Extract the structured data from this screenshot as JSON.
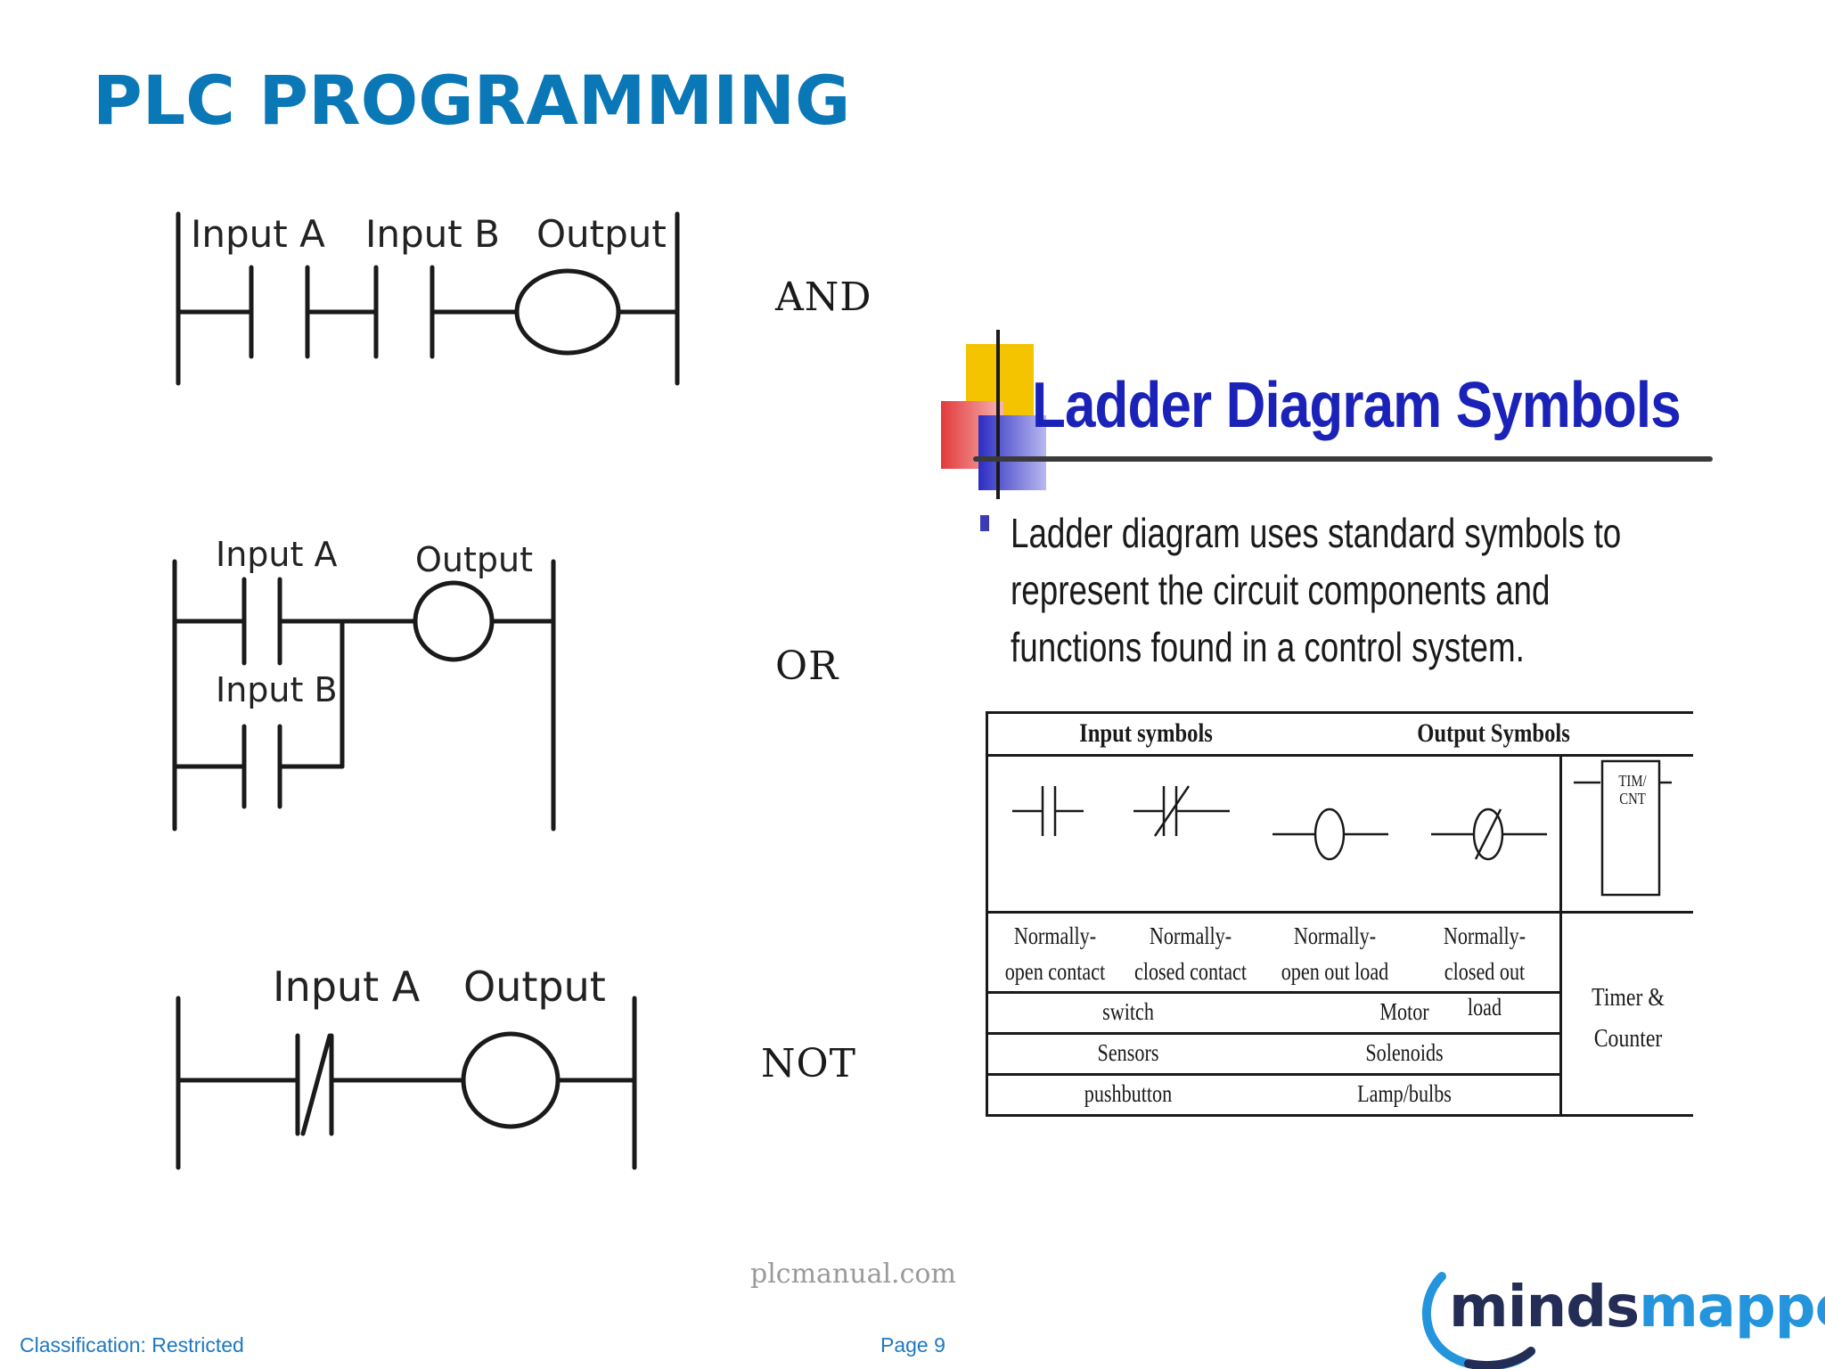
{
  "slide": {
    "title": "PLC PROGRAMMING"
  },
  "diagrams": {
    "and": {
      "input_a": "Input A",
      "input_b": "Input B",
      "output": "Output",
      "gate": "AND"
    },
    "or": {
      "input_a": "Input A",
      "input_b": "Input B",
      "output": "Output",
      "gate": "OR"
    },
    "not": {
      "input_a": "Input A",
      "output": "Output",
      "gate": "NOT"
    }
  },
  "panel": {
    "title": "Ladder Diagram Symbols",
    "bullet": "Ladder diagram uses standard symbols to represent the circuit components and functions found in a control system.",
    "table": {
      "header_input": "Input symbols",
      "header_output": "Output Symbols",
      "timer_box": "TIM/ CNT",
      "labels": {
        "no_contact": "Normally-open contact",
        "nc_contact": "Normally- closed contact",
        "no_load": "Normally-open out load",
        "nc_load": "Normally- closed out load",
        "timer": "Timer & Counter"
      },
      "rows": [
        {
          "input": "switch",
          "output": "Motor"
        },
        {
          "input": "Sensors",
          "output": "Solenoids"
        },
        {
          "input": "pushbutton",
          "output": "Lamp/bulbs"
        }
      ]
    }
  },
  "watermark": "plcmanual.com",
  "footer": {
    "classification": "Classification: Restricted",
    "page": "Page 9"
  },
  "logo": {
    "part1": "minds",
    "part2": "mapped"
  },
  "colors": {
    "title_blue": "#0a78b7",
    "panel_title": "#1b22b8",
    "footer_blue": "#1f78c2",
    "logo_dark": "#232d56",
    "logo_blue": "#2494dc"
  }
}
